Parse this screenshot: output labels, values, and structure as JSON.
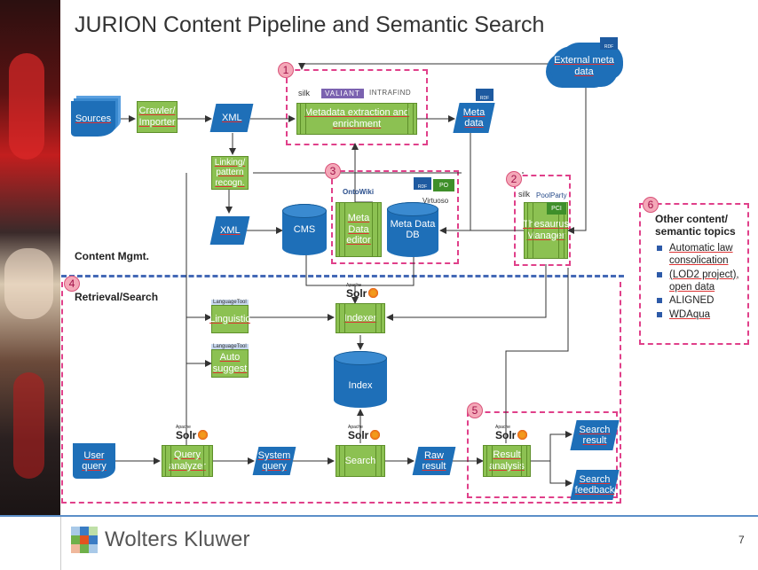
{
  "title": "JURION Content Pipeline and Semantic Search",
  "slide_number": "7",
  "footer": {
    "logo_text": "Wolters Kluwer"
  },
  "section_labels": {
    "content": "Content Mgmt.",
    "retrieval": "Retrieval/Search"
  },
  "badges": [
    "1",
    "2",
    "3",
    "4",
    "5",
    "6"
  ],
  "nodes": {
    "sources": "Sources",
    "crawler": "Crawler/ Importer",
    "xml1": "XML",
    "metadata_extraction": "Metadata extraction and enrichment",
    "meta_data": "Meta data",
    "external_meta": "External meta data",
    "linking": "Linking/ pattern recogn.",
    "xml2": "XML",
    "cms": "CMS",
    "meta_data_editor": "Meta Data editor",
    "meta_data_db": "Meta Data DB",
    "thesaurus_manager": "Thesaurus Manager",
    "linguistic": "Linguistic",
    "auto_suggest": "Auto suggest",
    "indexer": "Indexer",
    "index": "Index",
    "user_query": "User query",
    "query_analyzer": "Query analyzer",
    "system_query": "System query",
    "search": "Search",
    "raw_result": "Raw result",
    "result_analysis": "Result analysis",
    "search_result": "Search result",
    "search_feedback": "Search feedback"
  },
  "vendor_labels": {
    "silk1": "silk",
    "valiant": "VALIANT",
    "intrafind": "INTRAFIND",
    "ontowiki": "OntoWiki",
    "virtuoso": "Virtuoso",
    "po": "PO",
    "silk2": "silk",
    "poolparty": "PoolParty",
    "pci": "PCI",
    "solr": "Solr",
    "apache": "Apache",
    "languagetool": "LanguageTool",
    "rdf": "RDF"
  },
  "other_topics": {
    "header": "Other content/ semantic topics",
    "items": [
      "Automatic law consolication",
      "(LOD2 project), open data",
      "ALIGNED",
      "WDAqua"
    ]
  },
  "colors": {
    "green": "#8cc152",
    "blue": "#1e6fb8",
    "pink_dash": "#e0408a",
    "blue_dash": "#4469b6",
    "footer_line": "#5b8ec8"
  }
}
